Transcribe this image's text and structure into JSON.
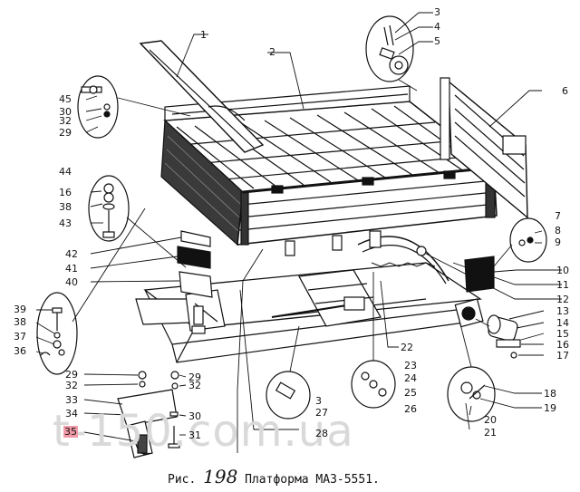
{
  "caption": {
    "prefix": "Рис.",
    "number": "198",
    "title": "Платформа МАЗ-5551."
  },
  "watermark": "t-150.com.ua",
  "labels": {
    "l1": "1",
    "l2": "2",
    "l3a": "3",
    "l4": "4",
    "l5": "5",
    "l6": "6",
    "l45": "45",
    "l30a": "30",
    "l32a": "32",
    "l29a": "29",
    "l44": "44",
    "l16a": "16",
    "l38a": "38",
    "l43": "43",
    "l42": "42",
    "l41": "41",
    "l40": "40",
    "l39": "39",
    "l38b": "38",
    "l37": "37",
    "l36": "36",
    "l29b": "29",
    "l32b": "32",
    "l33": "33",
    "l34": "34",
    "l35": "35",
    "l29c": "29",
    "l32c": "32",
    "l30b": "30",
    "l31": "31",
    "l3b": "3",
    "l27": "27",
    "l28": "28",
    "l22": "22",
    "l23": "23",
    "l24": "24",
    "l25": "25",
    "l26": "26",
    "l7": "7",
    "l8": "8",
    "l9": "9",
    "l10": "10",
    "l11": "11",
    "l12": "12",
    "l13": "13",
    "l14": "14",
    "l15": "15",
    "l16b": "16",
    "l17": "17",
    "l18": "18",
    "l19": "19",
    "l20": "20",
    "l21": "21"
  }
}
